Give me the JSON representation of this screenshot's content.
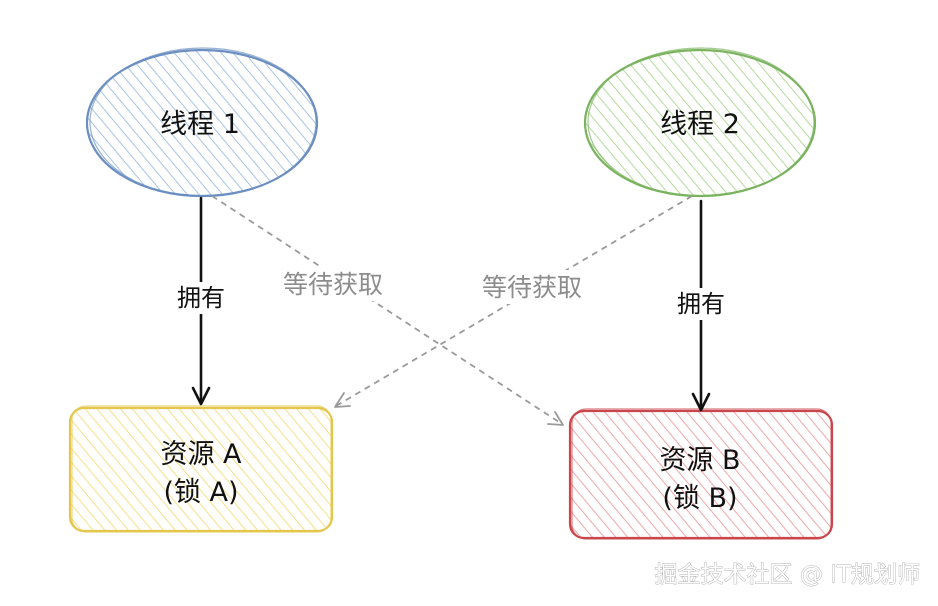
{
  "nodes": {
    "thread1": "线程 1",
    "thread2": "线程 2",
    "resourceA_line1": "资源 A",
    "resourceA_line2": "(锁 A)",
    "resourceB_line1": "资源 B",
    "resourceB_line2": "(锁 B)"
  },
  "edges": {
    "thread1_owns": "拥有",
    "thread2_owns": "拥有",
    "thread1_waits": "等待获取",
    "thread2_waits": "等待获取"
  },
  "colors": {
    "thread1_stroke": "#6b8fc0",
    "thread1_hatch": "#a9c4e6",
    "thread2_stroke": "#7bb35f",
    "thread2_hatch": "#b6dba0",
    "resourceA_stroke": "#e5c64d",
    "resourceA_hatch": "#f5e08a",
    "resourceB_stroke": "#c9474c",
    "resourceB_hatch": "#f0a7aa",
    "own_arrow": "#111111",
    "wait_arrow": "#9a9a9a"
  },
  "watermark": "掘金技术社区 @ IT规划师"
}
